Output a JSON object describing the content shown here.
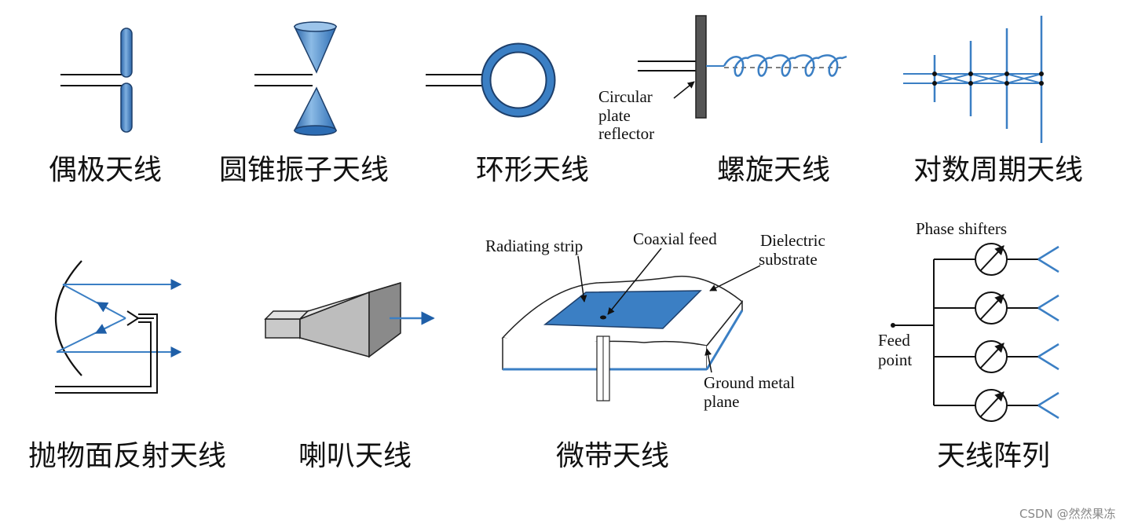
{
  "captions": {
    "dipole": "偶极天线",
    "biconical": "圆锥振子天线",
    "loop": "环形天线",
    "helical": "螺旋天线",
    "log_periodic": "对数周期天线",
    "parabolic": "抛物面反射天线",
    "horn": "喇叭天线",
    "microstrip": "微带天线",
    "array": "天线阵列"
  },
  "labels": {
    "helical_reflector": [
      "Circular",
      "plate",
      "reflector"
    ],
    "microstrip_radiating": "Radiating strip",
    "microstrip_coaxial": "Coaxial feed",
    "microstrip_dielectric": [
      "Dielectric",
      "substrate"
    ],
    "microstrip_ground": [
      "Ground metal",
      "plane"
    ],
    "array_phase": "Phase shifters",
    "array_feed": [
      "Feed",
      "point"
    ]
  },
  "watermark": "CSDN @然然果冻",
  "colors": {
    "accent": "#3b7fc4",
    "accent_dark": "#1f5fa8",
    "line": "#111111",
    "text": "#111111"
  }
}
